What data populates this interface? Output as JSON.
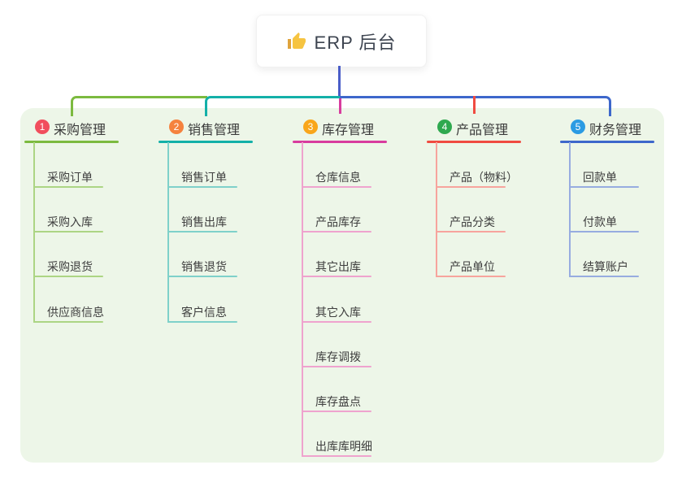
{
  "root": {
    "label": "ERP 后台",
    "icon": "thumbs-up-icon",
    "line_color": "#4A5DC8",
    "card_bg": "#ffffff"
  },
  "panel": {
    "bg_color": "#EDF6E8"
  },
  "branches": [
    {
      "num": "1",
      "label": "采购管理",
      "badge_color": "#F14E5D",
      "line_color": "#7CBA3F",
      "child_line_color": "#ACD584",
      "children": [
        "采购订单",
        "采购入库",
        "采购退货",
        "供应商信息"
      ]
    },
    {
      "num": "2",
      "label": "销售管理",
      "badge_color": "#F5823E",
      "line_color": "#13B0A8",
      "child_line_color": "#7FD1CA",
      "children": [
        "销售订单",
        "销售出库",
        "销售退货",
        "客户信息"
      ]
    },
    {
      "num": "3",
      "label": "库存管理",
      "badge_color": "#F9A61A",
      "line_color": "#D83C9E",
      "child_line_color": "#EFA3CE",
      "children": [
        "仓库信息",
        "产品库存",
        "其它出库",
        "其它入库",
        "库存调拨",
        "库存盘点",
        "出库库明细"
      ]
    },
    {
      "num": "4",
      "label": "产品管理",
      "badge_color": "#2FA94F",
      "line_color": "#F04B41",
      "child_line_color": "#F7A49D",
      "children": [
        "产品（物料）",
        "产品分类",
        "产品单位"
      ]
    },
    {
      "num": "5",
      "label": "财务管理",
      "badge_color": "#2B9BE3",
      "line_color": "#3D67CB",
      "child_line_color": "#97ACE0",
      "children": [
        "回款单",
        "付款单",
        "结算账户"
      ]
    }
  ]
}
